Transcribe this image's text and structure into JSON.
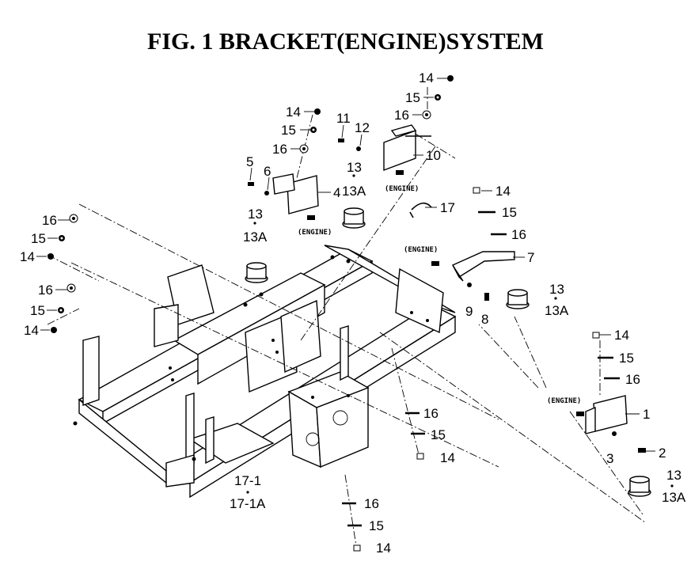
{
  "title": "FIG. 1  BRACKET(ENGINE)SYSTEM",
  "engine_label": "(ENGINE)",
  "labels": {
    "p14a": "14",
    "p15a": "15",
    "p16a": "16",
    "p14b": "14",
    "p15b": "15",
    "p16b": "16",
    "p11": "11",
    "p12": "12",
    "p10": "10",
    "p5": "5",
    "p6": "6",
    "p4": "4",
    "p13a": "13",
    "p13Aa": "13A",
    "p13b": "13",
    "p13Ab": "13A",
    "p17": "17",
    "p14c": "14",
    "p15c": "15",
    "p16c": "16",
    "p14d": "14",
    "p15d": "15",
    "p16d": "16",
    "p14e": "14",
    "p15e": "15",
    "p16e": "16",
    "p7": "7",
    "p9": "9",
    "p8": "8",
    "p13c": "13",
    "p13Ac": "13A",
    "p14f": "14",
    "p15f": "15",
    "p16f": "16",
    "p1": "1",
    "p2": "2",
    "p3": "3",
    "p13d": "13",
    "p13Ad": "13A",
    "p16g": "16",
    "p15g": "15",
    "p14g": "14",
    "p171": "17-1",
    "p171A": "17-1A",
    "p16h": "16",
    "p15h": "15",
    "p14h": "14"
  }
}
